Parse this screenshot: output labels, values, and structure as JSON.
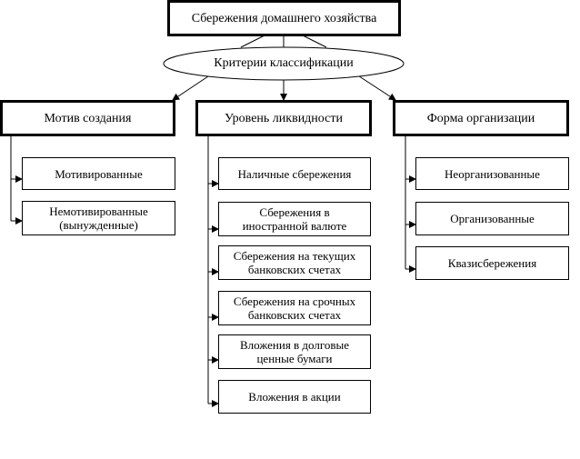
{
  "root": {
    "label": "Сбережения домашнего хозяйства"
  },
  "criteria": {
    "label": "Критерии классификации"
  },
  "columns": [
    {
      "label": "Мотив создания",
      "items": [
        "Мотивированные",
        "Немотивированные (вынужденные)"
      ]
    },
    {
      "label": "Уровень ликвидности",
      "items": [
        "Наличные сбережения",
        "Сбережения в иностранной валюте",
        "Сбережения на текущих банковских счетах",
        "Сбережения на срочных банковских счетах",
        "Вложения в долговые ценные бумаги",
        "Вложения в акции"
      ]
    },
    {
      "label": "Форма организации",
      "items": [
        "Неорганизованные",
        "Организованные",
        "Квазисбережения"
      ]
    }
  ]
}
